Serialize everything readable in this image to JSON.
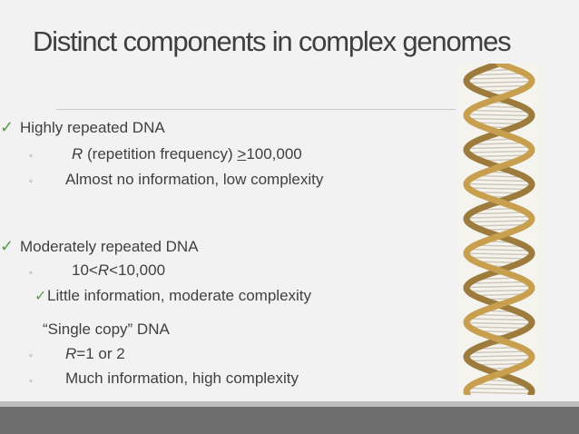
{
  "slide": {
    "title": "Distinct components in complex genomes",
    "groups": [
      {
        "heading": "Highly repeated DNA",
        "bullet1_italic": "R",
        "bullet1_pre": " (repetition frequency) ",
        "bullet1_gt": ">",
        "bullet1_post": "100,000",
        "bullet2": "Almost no information, low complexity"
      },
      {
        "heading": "Moderately repeated DNA",
        "bullet1_pre": "10<",
        "bullet1_italic": "R",
        "bullet1_post": "<10,000",
        "bullet2": "Little information, moderate complexity"
      },
      {
        "heading": "“Single copy” DNA",
        "bullet1_italic": "R",
        "bullet1_post": "=1 or 2",
        "bullet2": "Much information, high complexity"
      }
    ]
  },
  "icons": {
    "check": "check-mark-icon",
    "bullet": "circle-bullet-icon",
    "image": "dna-helix-image"
  },
  "colors": {
    "background": "#f2f2f2",
    "text": "#404040",
    "check": "#5b9b4a",
    "footer": "#6e6e6e"
  }
}
